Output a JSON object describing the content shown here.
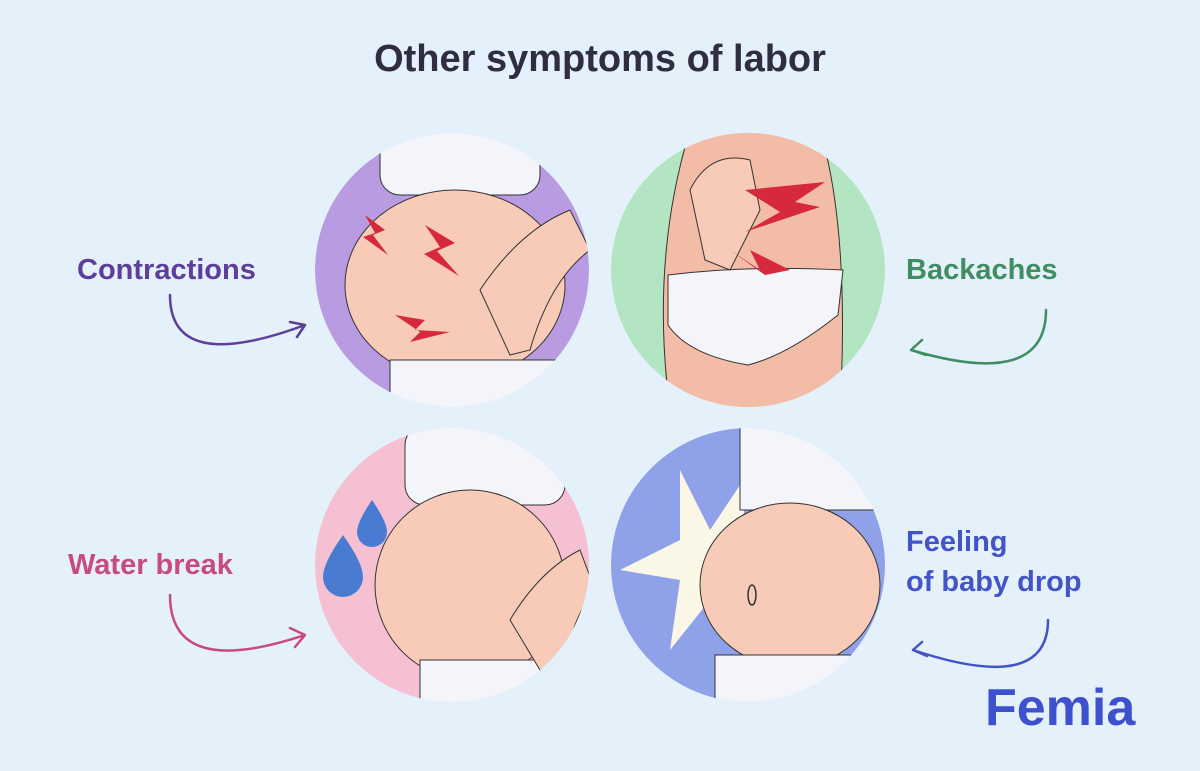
{
  "title": "Other symptoms of labor",
  "symptoms": [
    {
      "label": "Contractions",
      "color": "#5d3e9b"
    },
    {
      "label": "Backaches",
      "color": "#3f8d60"
    },
    {
      "label": "Water break",
      "color": "#c94a80"
    },
    {
      "label_line1": "Feeling",
      "label_line2": "of baby drop",
      "color": "#4354c6"
    }
  ],
  "brand": "Femia"
}
